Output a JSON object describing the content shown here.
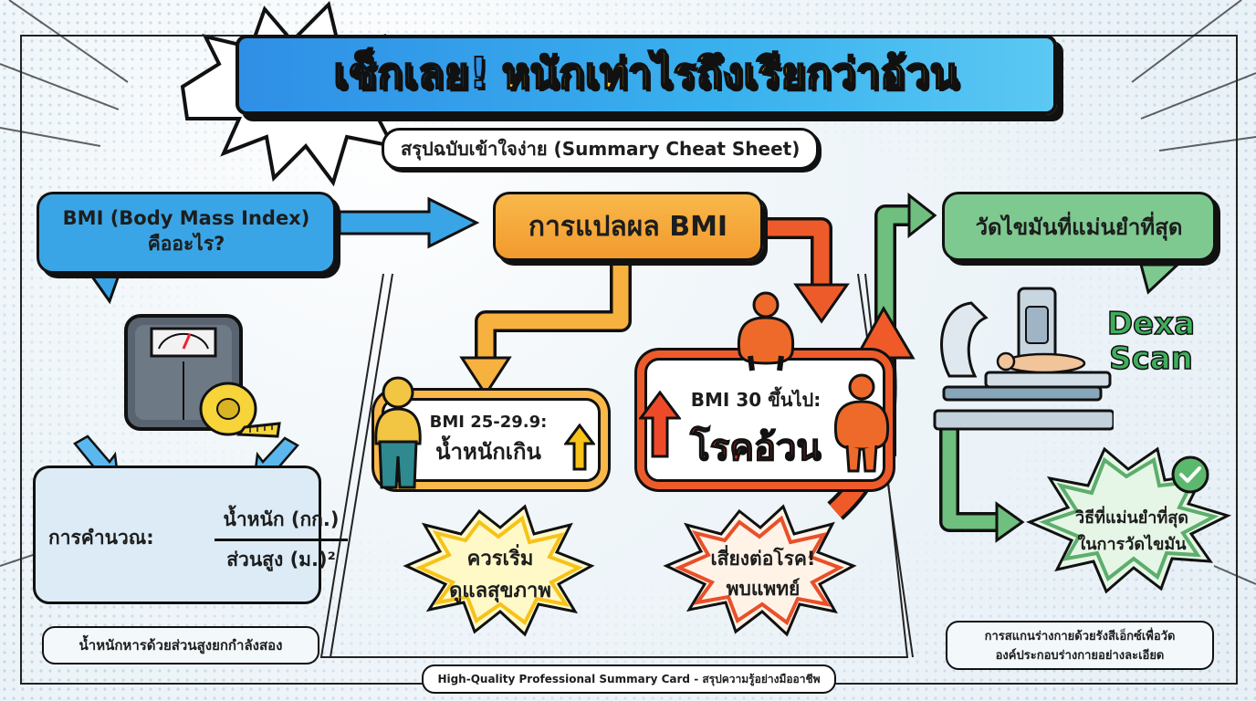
{
  "title": {
    "part1": "เช็กเลย!",
    "part2": "หนักเท่าไรถึงเรียกว่าอ้วน"
  },
  "subtitle": "สรุปฉบับเข้าใจง่าย (Summary Cheat Sheet)",
  "left": {
    "question_line1": "BMI (Body Mass Index)",
    "question_line2": "คืออะไร?",
    "calc_label": "การคำนวณ:",
    "numerator": "น้ำหนัก (กก.)",
    "denominator": "ส่วนสูง (ม.)²",
    "note": "น้ำหนักหารด้วยส่วนสูงยกกำลังสอง"
  },
  "center": {
    "heading": "การแปลผล BMI",
    "overweight_range": "BMI 25-29.9:",
    "overweight_label": "น้ำหนักเกิน",
    "overweight_burst_line1": "ควรเริ่ม",
    "overweight_burst_line2": "ดูแลสุขภาพ",
    "obese_range": "BMI 30 ขึ้นไป:",
    "obese_label": "โรคอ้วน",
    "obese_burst_line1": "เสี่ยงต่อโรค!",
    "obese_burst_line2": "พบแพทย์"
  },
  "right": {
    "heading": "วัดไขมันที่แม่นยำที่สุด",
    "dexa_line1": "Dexa",
    "dexa_line2": "Scan",
    "burst_line1": "วิธีที่แม่นยำที่สุด",
    "burst_line2": "ในการวัดไขมัน",
    "note_line1": "การสแกนร่างกายด้วยรังสีเอ็กซ์เพื่อวัด",
    "note_line2": "องค์ประกอบร่างกายอย่างละเอียด"
  },
  "footer": "High-Quality Professional Summary Card - สรุปความรู้อย่างมืออาชีพ",
  "colors": {
    "blue": "#3aa5e6",
    "orange": "#f29a2e",
    "red": "#ee5b2a",
    "green": "#7ec990",
    "yellow": "#ffd21f"
  },
  "icons": [
    "bathroom-scale-icon",
    "measuring-tape-icon",
    "person-icon",
    "up-arrow-icon",
    "dexa-scanner-icon",
    "checkmark-icon"
  ]
}
